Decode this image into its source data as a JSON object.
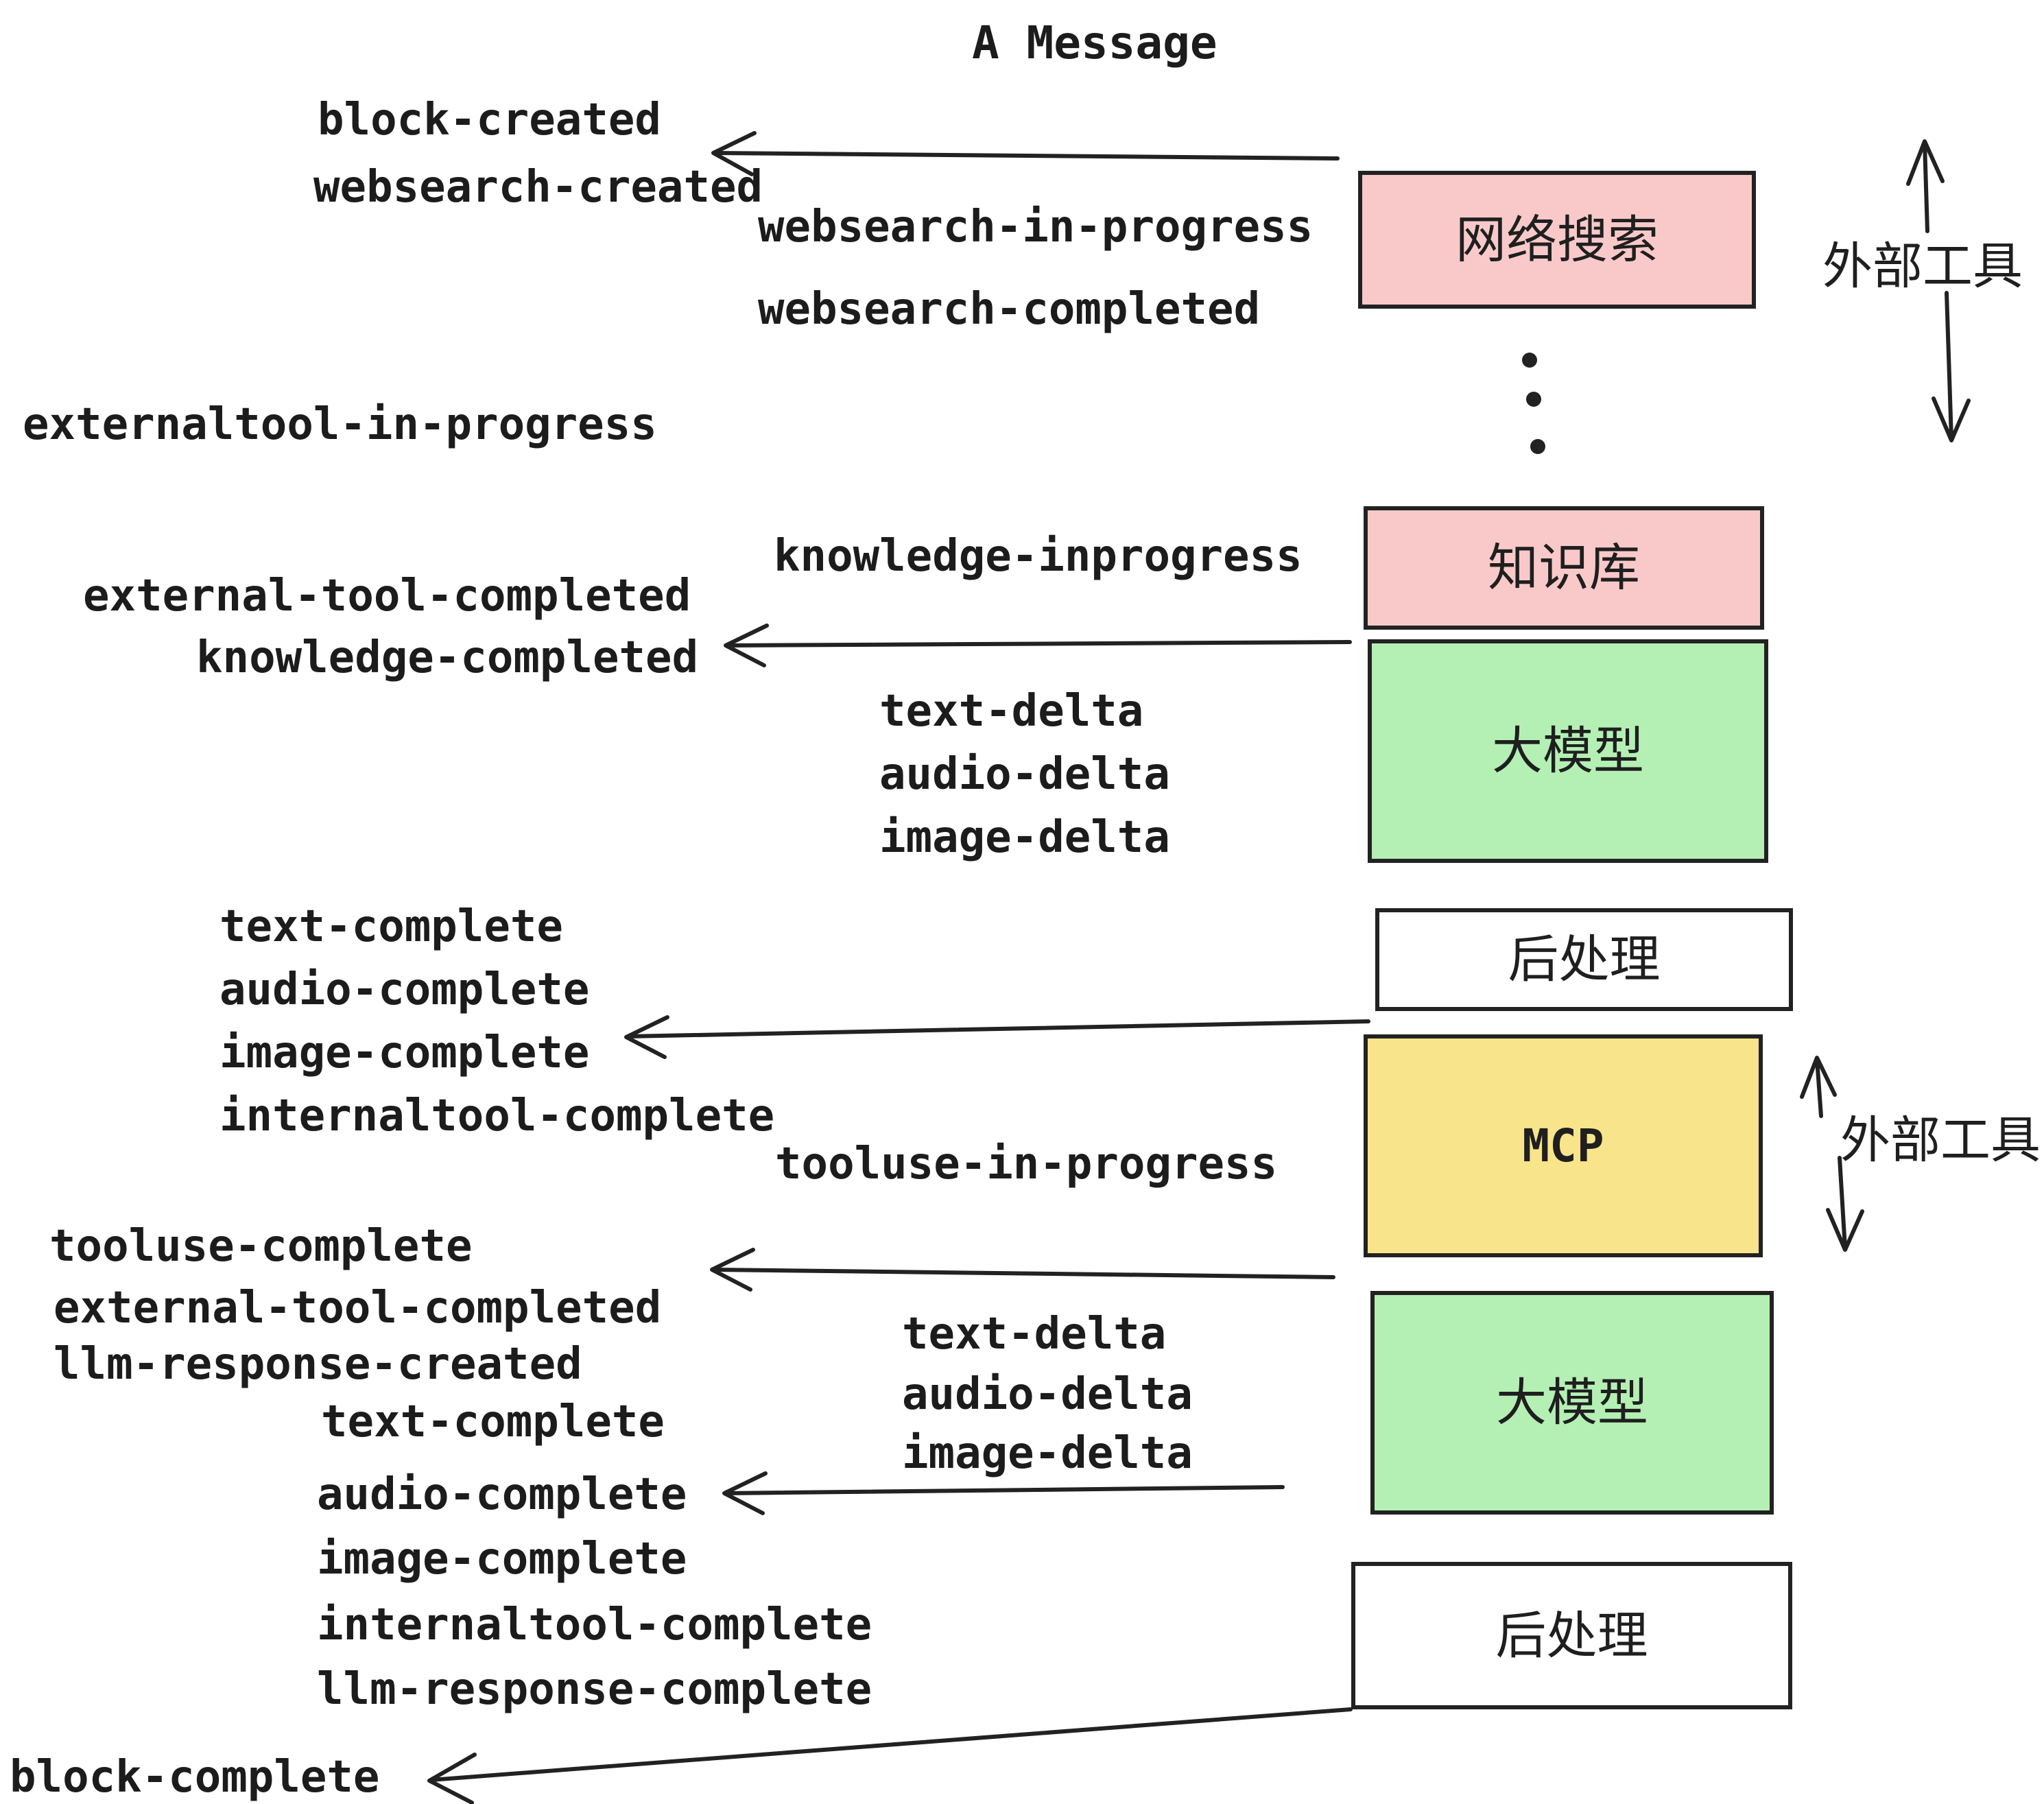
{
  "title": "A Message",
  "colors": {
    "pink": "#f9c9c9",
    "green": "#b4f0b4",
    "yellow": "#f8e48a",
    "white": "#ffffff",
    "ink": "#222222",
    "background": "#ffffff"
  },
  "boxes": [
    {
      "id": "websearch",
      "label": "网络搜索",
      "fill": "#f9c9c9"
    },
    {
      "id": "knowledge",
      "label": "知识库",
      "fill": "#f9c9c9"
    },
    {
      "id": "llm-1",
      "label": "大模型",
      "fill": "#b4f0b4"
    },
    {
      "id": "postprocess-1",
      "label": "后处理",
      "fill": "#ffffff"
    },
    {
      "id": "mcp",
      "label": "MCP",
      "fill": "#f8e48a"
    },
    {
      "id": "llm-2",
      "label": "大模型",
      "fill": "#b4f0b4"
    },
    {
      "id": "postprocess-2",
      "label": "后处理",
      "fill": "#ffffff"
    }
  ],
  "side_labels": [
    {
      "id": "external-tools-top",
      "label": "外部工具"
    },
    {
      "id": "external-tools-bottom",
      "label": "外部工具"
    }
  ],
  "ellipsis_dot_count": 3,
  "events": [
    {
      "id": "block-created",
      "label": "block-created"
    },
    {
      "id": "websearch-created",
      "label": "websearch-created"
    },
    {
      "id": "websearch-in-progress",
      "label": "websearch-in-progress"
    },
    {
      "id": "websearch-completed",
      "label": "websearch-completed"
    },
    {
      "id": "externaltool-in-progress",
      "label": "externaltool-in-progress"
    },
    {
      "id": "knowledge-inprogress",
      "label": "knowledge-inprogress"
    },
    {
      "id": "external-tool-completed-1",
      "label": "external-tool-completed"
    },
    {
      "id": "knowledge-completed",
      "label": "knowledge-completed"
    },
    {
      "id": "text-delta-1",
      "label": "text-delta"
    },
    {
      "id": "audio-delta-1",
      "label": "audio-delta"
    },
    {
      "id": "image-delta-1",
      "label": "image-delta"
    },
    {
      "id": "text-complete-1",
      "label": "text-complete"
    },
    {
      "id": "audio-complete-1",
      "label": "audio-complete"
    },
    {
      "id": "image-complete-1",
      "label": "image-complete"
    },
    {
      "id": "internaltool-complete-1",
      "label": "internaltool-complete"
    },
    {
      "id": "tooluse-in-progress",
      "label": "tooluse-in-progress"
    },
    {
      "id": "tooluse-complete",
      "label": "tooluse-complete"
    },
    {
      "id": "external-tool-completed-2",
      "label": "external-tool-completed"
    },
    {
      "id": "llm-response-created",
      "label": "llm-response-created"
    },
    {
      "id": "text-complete-2",
      "label": "text-complete"
    },
    {
      "id": "text-delta-2",
      "label": "text-delta"
    },
    {
      "id": "audio-delta-2",
      "label": "audio-delta"
    },
    {
      "id": "image-delta-2",
      "label": "image-delta"
    },
    {
      "id": "audio-complete-2",
      "label": "audio-complete"
    },
    {
      "id": "image-complete-2",
      "label": "image-complete"
    },
    {
      "id": "internaltool-complete-2",
      "label": "internaltool-complete"
    },
    {
      "id": "llm-response-complete",
      "label": "llm-response-complete"
    },
    {
      "id": "block-complete",
      "label": "block-complete"
    }
  ]
}
